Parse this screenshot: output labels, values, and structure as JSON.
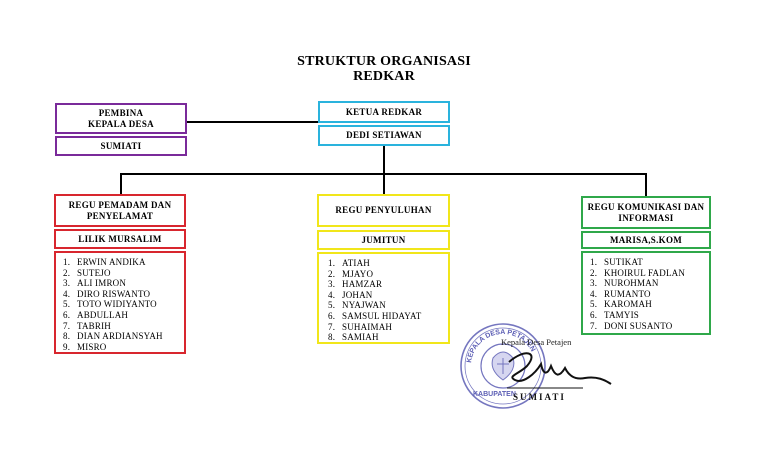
{
  "title": {
    "line1": "STRUKTUR ORGANISASI",
    "line2": "REDKAR"
  },
  "pembina": {
    "role_line1": "PEMBINA",
    "role_line2": "KEPALA DESA",
    "name": "SUMIATI"
  },
  "ketua": {
    "role": "KETUA REDKAR",
    "name": "DEDI SETIAWAN"
  },
  "regu_pemadam": {
    "role_line1": "REGU PEMADAM DAN",
    "role_line2": "PENYELAMAT",
    "leader": "LILIK MURSALIM",
    "members": [
      "ERWIN ANDIKA",
      "SUTEJO",
      "ALI IMRON",
      "DIRO RISWANTO",
      "TOTO WIDIYANTO",
      "ABDULLAH",
      "TABRIH",
      "DIAN ARDIANSYAH",
      "MISRO"
    ]
  },
  "regu_penyuluhan": {
    "role": "REGU PENYULUHAN",
    "leader": "JUMITUN",
    "members": [
      "ATIAH",
      "MJAYO",
      "HAMZAR",
      "JOHAN",
      "NYAJWAN",
      "SAMSUL HIDAYAT",
      "SUHAIMAH",
      "SAMIAH"
    ]
  },
  "regu_komunikasi": {
    "role_line1": "REGU KOMUNIKASI DAN",
    "role_line2": "INFORMASI",
    "leader": "MARISA,S.KOM",
    "members": [
      "SUTIKAT",
      "KHOIRUL FADLAN",
      "NUROHMAN",
      "RUMANTO",
      "KAROMAH",
      "TAMYIS",
      "DONI SUSANTO"
    ]
  },
  "signature": {
    "title": "Kepala Desa Petajen",
    "name": "SUMIATI",
    "stamp_text_top": "KEPALA DESA PETAJEN",
    "stamp_text_bottom": "KABUPATEN"
  },
  "colors": {
    "pembina": "#7a2a9a",
    "ketua": "#2ab3dd",
    "pemadam": "#d8262e",
    "penyuluhan": "#f1e61a",
    "komunikasi": "#2fa84a",
    "stamp": "#5d5fb5"
  }
}
